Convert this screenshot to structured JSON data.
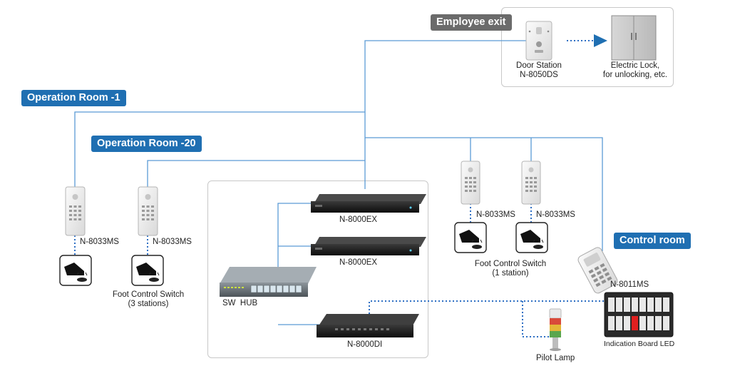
{
  "tags": {
    "employee_exit": "Employee exit",
    "operation_room_1": "Operation Room -1",
    "operation_room_20": "Operation Room -20",
    "control_room": "Control room"
  },
  "labels": {
    "door_station_name": "Door Station",
    "door_station_model": "N-8050DS",
    "electric_lock_line1": "Electric Lock,",
    "electric_lock_line2": "for unlocking, etc.",
    "station_left": "N-8033MS",
    "station_mid": "N-8033MS",
    "station_right_a": "N-8033MS",
    "station_right_b": "N-8033MS",
    "foot_switch_3_line1": "Foot Control Switch",
    "foot_switch_3_line2": "(3 stations)",
    "foot_switch_1_line1": "Foot Control Switch",
    "foot_switch_1_line2": "(1 station)",
    "exchange_1": "N-8000EX",
    "exchange_2": "N-8000EX",
    "sw_hub": "SW  HUB",
    "interface": "N-8000DI",
    "master_station": "N-8011MS",
    "indication_board": "Indication Board LED",
    "pilot_lamp": "Pilot Lamp"
  },
  "colors": {
    "line_blue": "#5b9bd5",
    "tag_blue": "#1f6fb2",
    "tag_gray": "#6b6b6b",
    "dot_blue": "#2e6fc4",
    "led_red": "#e02020"
  },
  "icons": [
    "door-station-icon",
    "electric-lock-icon",
    "intercom-station-icon",
    "foot-switch-icon",
    "exchange-unit-icon",
    "network-hub-icon",
    "interface-unit-icon",
    "master-station-icon",
    "indication-board-icon",
    "pilot-lamp-icon"
  ]
}
